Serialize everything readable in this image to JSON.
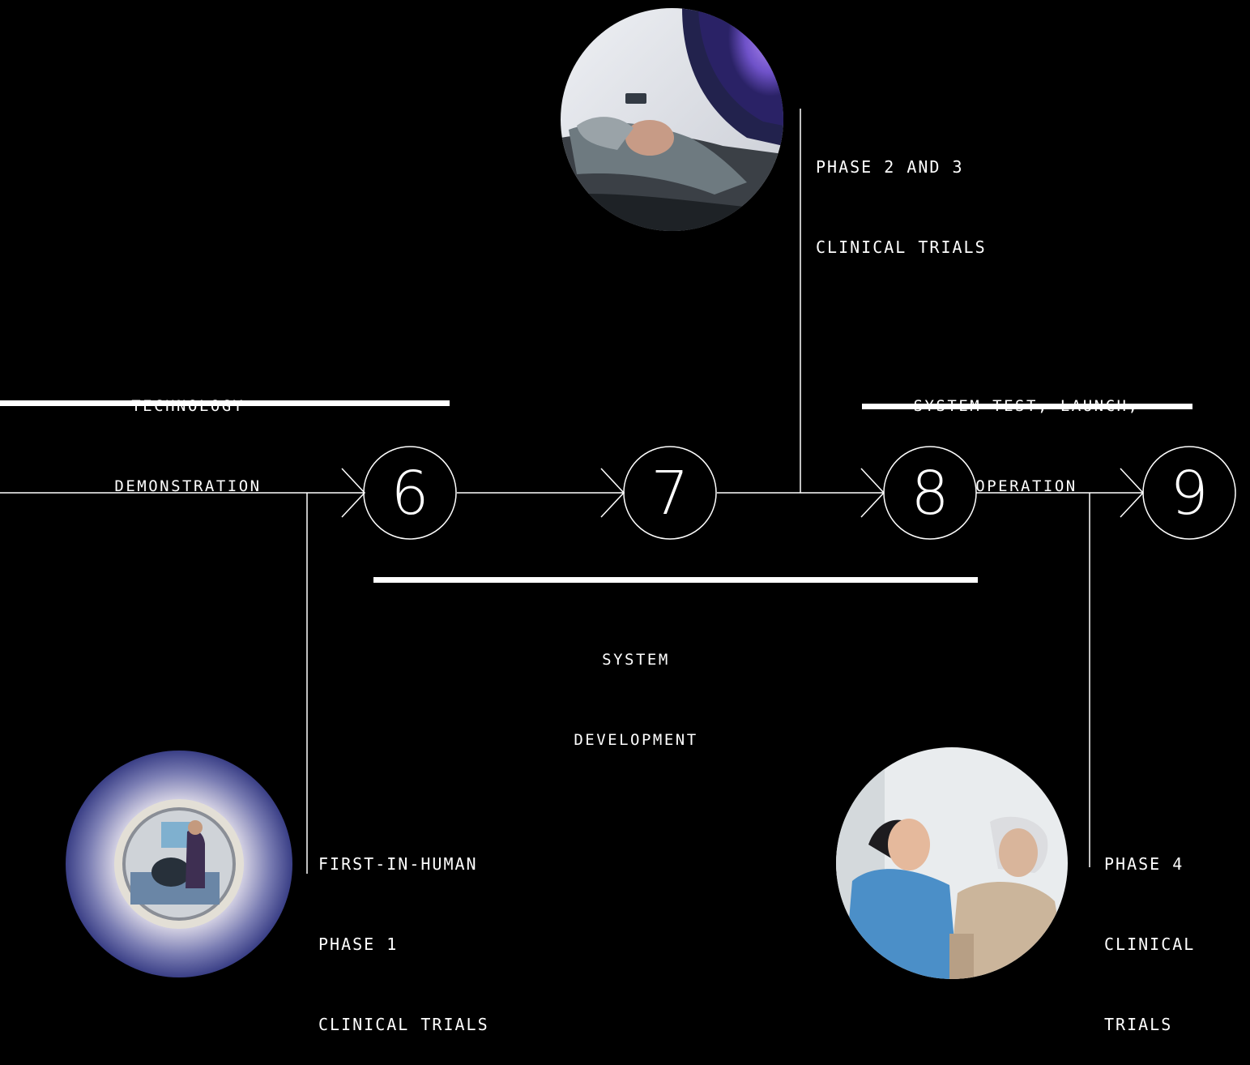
{
  "stages": [
    {
      "number": "6"
    },
    {
      "number": "7"
    },
    {
      "number": "8"
    },
    {
      "number": "9"
    }
  ],
  "labels": {
    "technology_demonstration": [
      "TECHNOLOGY",
      "DEMONSTRATION"
    ],
    "system_test": [
      "SYSTEM TEST, LAUNCH,",
      "OPERATION"
    ],
    "system_development": [
      "SYSTEM",
      "DEVELOPMENT"
    ],
    "phase_2_3": [
      "PHASE 2 AND 3",
      "CLINICAL TRIALS"
    ],
    "phase_1": [
      "FIRST-IN-HUMAN",
      "PHASE 1",
      "CLINICAL TRIALS"
    ],
    "phase_4": [
      "PHASE 4",
      "CLINICAL",
      "TRIALS"
    ]
  },
  "photos": [
    {
      "name": "patient-in-scanner-photo"
    },
    {
      "name": "scanner-bore-photo"
    },
    {
      "name": "nurse-with-elderly-patient-photo"
    }
  ],
  "colors": {
    "background": "#000000",
    "foreground": "#ffffff"
  }
}
